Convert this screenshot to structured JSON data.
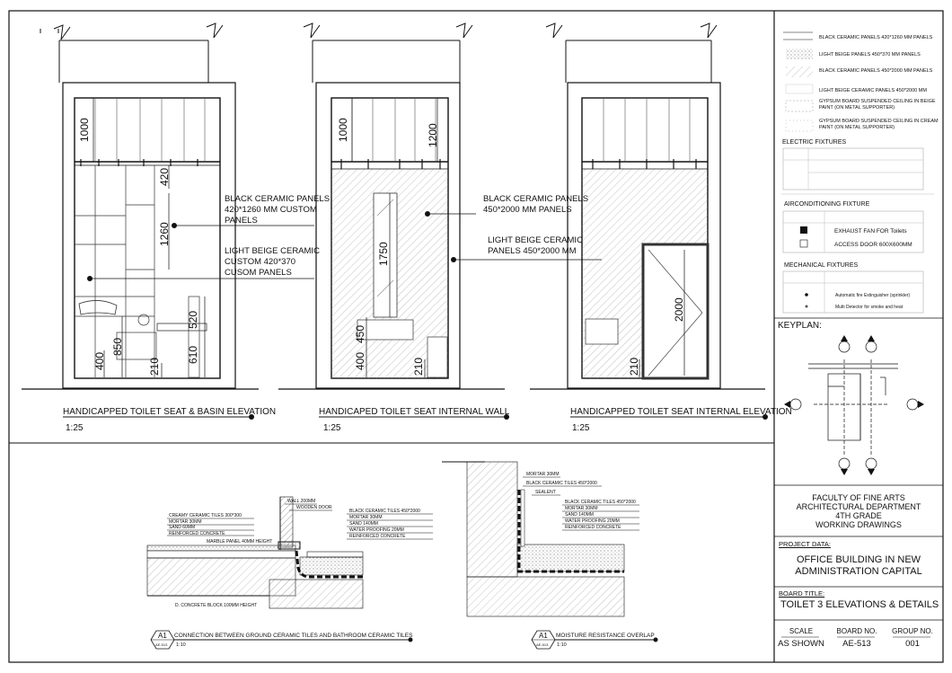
{
  "elevations": [
    {
      "title": "HANDICAPPED TOILET SEAT & BASIN ELEVATION",
      "scale": "1:25",
      "dims": [
        "1000",
        "420",
        "1260",
        "520",
        "850",
        "610",
        "400",
        "210"
      ],
      "callouts": [
        [
          "BLACK CERAMIC PANELS",
          "420*1260 MM CUSTOM",
          "PANELS"
        ],
        [
          "LIGHT BEIGE CERAMIC",
          "CUSTOM 420*370",
          "CUSOM PANELS"
        ]
      ]
    },
    {
      "title": "HANDICAPED TOILET SEAT INTERNAL WALL",
      "scale": "1:25",
      "dims": [
        "1000",
        "1200",
        "1750",
        "450",
        "400",
        "210"
      ],
      "callouts": [
        [
          "BLACK CERAMIC PANELS",
          "450*2000 MM PANELS"
        ],
        [
          "LIGHT BEIGE CERAMIC",
          "PANELS 450*2000 MM"
        ]
      ]
    },
    {
      "title": "HANDICAPPED TOILET SEAT INTERNAL ELEVATION",
      "scale": "1:25",
      "dims": [
        "2000",
        "210"
      ]
    }
  ],
  "details": [
    {
      "num": "A1",
      "ref": "AE-513",
      "title": "CONNECTION BETWEEN GROUND CERAMIC TILES AND BATHROOM CERAMIC TILES",
      "scale": "1:10",
      "labels_left": [
        "CREAMY CERAMIC TILES 300*300",
        "MORTAR 30MM",
        "SAND 60MM",
        "REINFORCED CONCRETE"
      ],
      "labels_right": [
        "BLACK CERAMIC TILES 450*2000",
        "MORTAR 30MM",
        "SAND 140MM",
        "WATER PROOFING 20MM",
        "REINFORCED CONCRETE"
      ],
      "wall": "WALL 200MM",
      "door": "WOODEN DOOR",
      "marble": "MARBLE PANEL 40MM HEIGHT",
      "block": "D. CONCRETE BLOCK   100MM HEIGHT"
    },
    {
      "num": "A1",
      "ref": "AE-513",
      "title": "MOISTURE RESISTANCE OVERLAP",
      "scale": "1:10",
      "labels_top": [
        "MORTAR 30MM",
        "BLACK CERAMIC TILES 450*2000",
        "SEALENT"
      ],
      "labels_right": [
        "BLACK CERAMIC TILES 450*2000",
        "MORTAR 30MM",
        "SAND 140MM",
        "WATER PROOFING 20MM",
        "REINFORCED CONCRETE"
      ]
    }
  ],
  "legend": {
    "materials": [
      "BLACK CERAMIC PANELS 420*1260 MM PANELS",
      "LIGHT BEIGE PANELS 450*370 MM PANELS",
      "BLACK CERAMIC PANELS 450*2000 MM PANELS",
      "LIGHT BEIGE CERAMIC PANELS 450*2000 MM",
      "GYPSUM BOARD SUSPENDED CEILING IN BEIGE PAINT (ON METAL SUPPORTER)",
      "GYPSUM BOARD SUSPENDED CEILING IN CREAM PAINT (ON METAL SUPPORTER)"
    ],
    "electric_heading": "ELECTRIC FIXTURES",
    "aircon_heading": "AIRCONDITIONING FIXTURE",
    "aircon_items": [
      "EXHAUST FAN FOR Toilets",
      "ACCESS DOOR 600X600MM"
    ],
    "mech_heading": "MECHANICAL FIXTURES",
    "mech_items": [
      "Automatic fire Extinguisher (sprinkler)",
      "Multi Detector for smoke and heat"
    ],
    "keyplan": "KEYPLAN:"
  },
  "title_block": {
    "faculty": [
      "FACULTY OF FINE ARTS",
      "ARCHITECTURAL DEPARTMENT",
      "4TH GRADE",
      "WORKING DRAWINGS"
    ],
    "project_label": "PROJECT DATA:",
    "project": [
      "OFFICE BUILDING IN NEW",
      "ADMINISTRATION CAPITAL"
    ],
    "board_title_label": "BOARD TITLE:",
    "board_title": "TOILET 3  ELEVATIONS & DETAILS",
    "scale_label": "SCALE",
    "scale": "AS SHOWN",
    "board_no_label": "BOARD NO.",
    "board_no": "AE-513",
    "group_no_label": "GROUP NO.",
    "group_no": "001"
  },
  "colors": {
    "ink": "#111111",
    "hatch": "#8a8a8a",
    "light": "#bdbdbd"
  }
}
